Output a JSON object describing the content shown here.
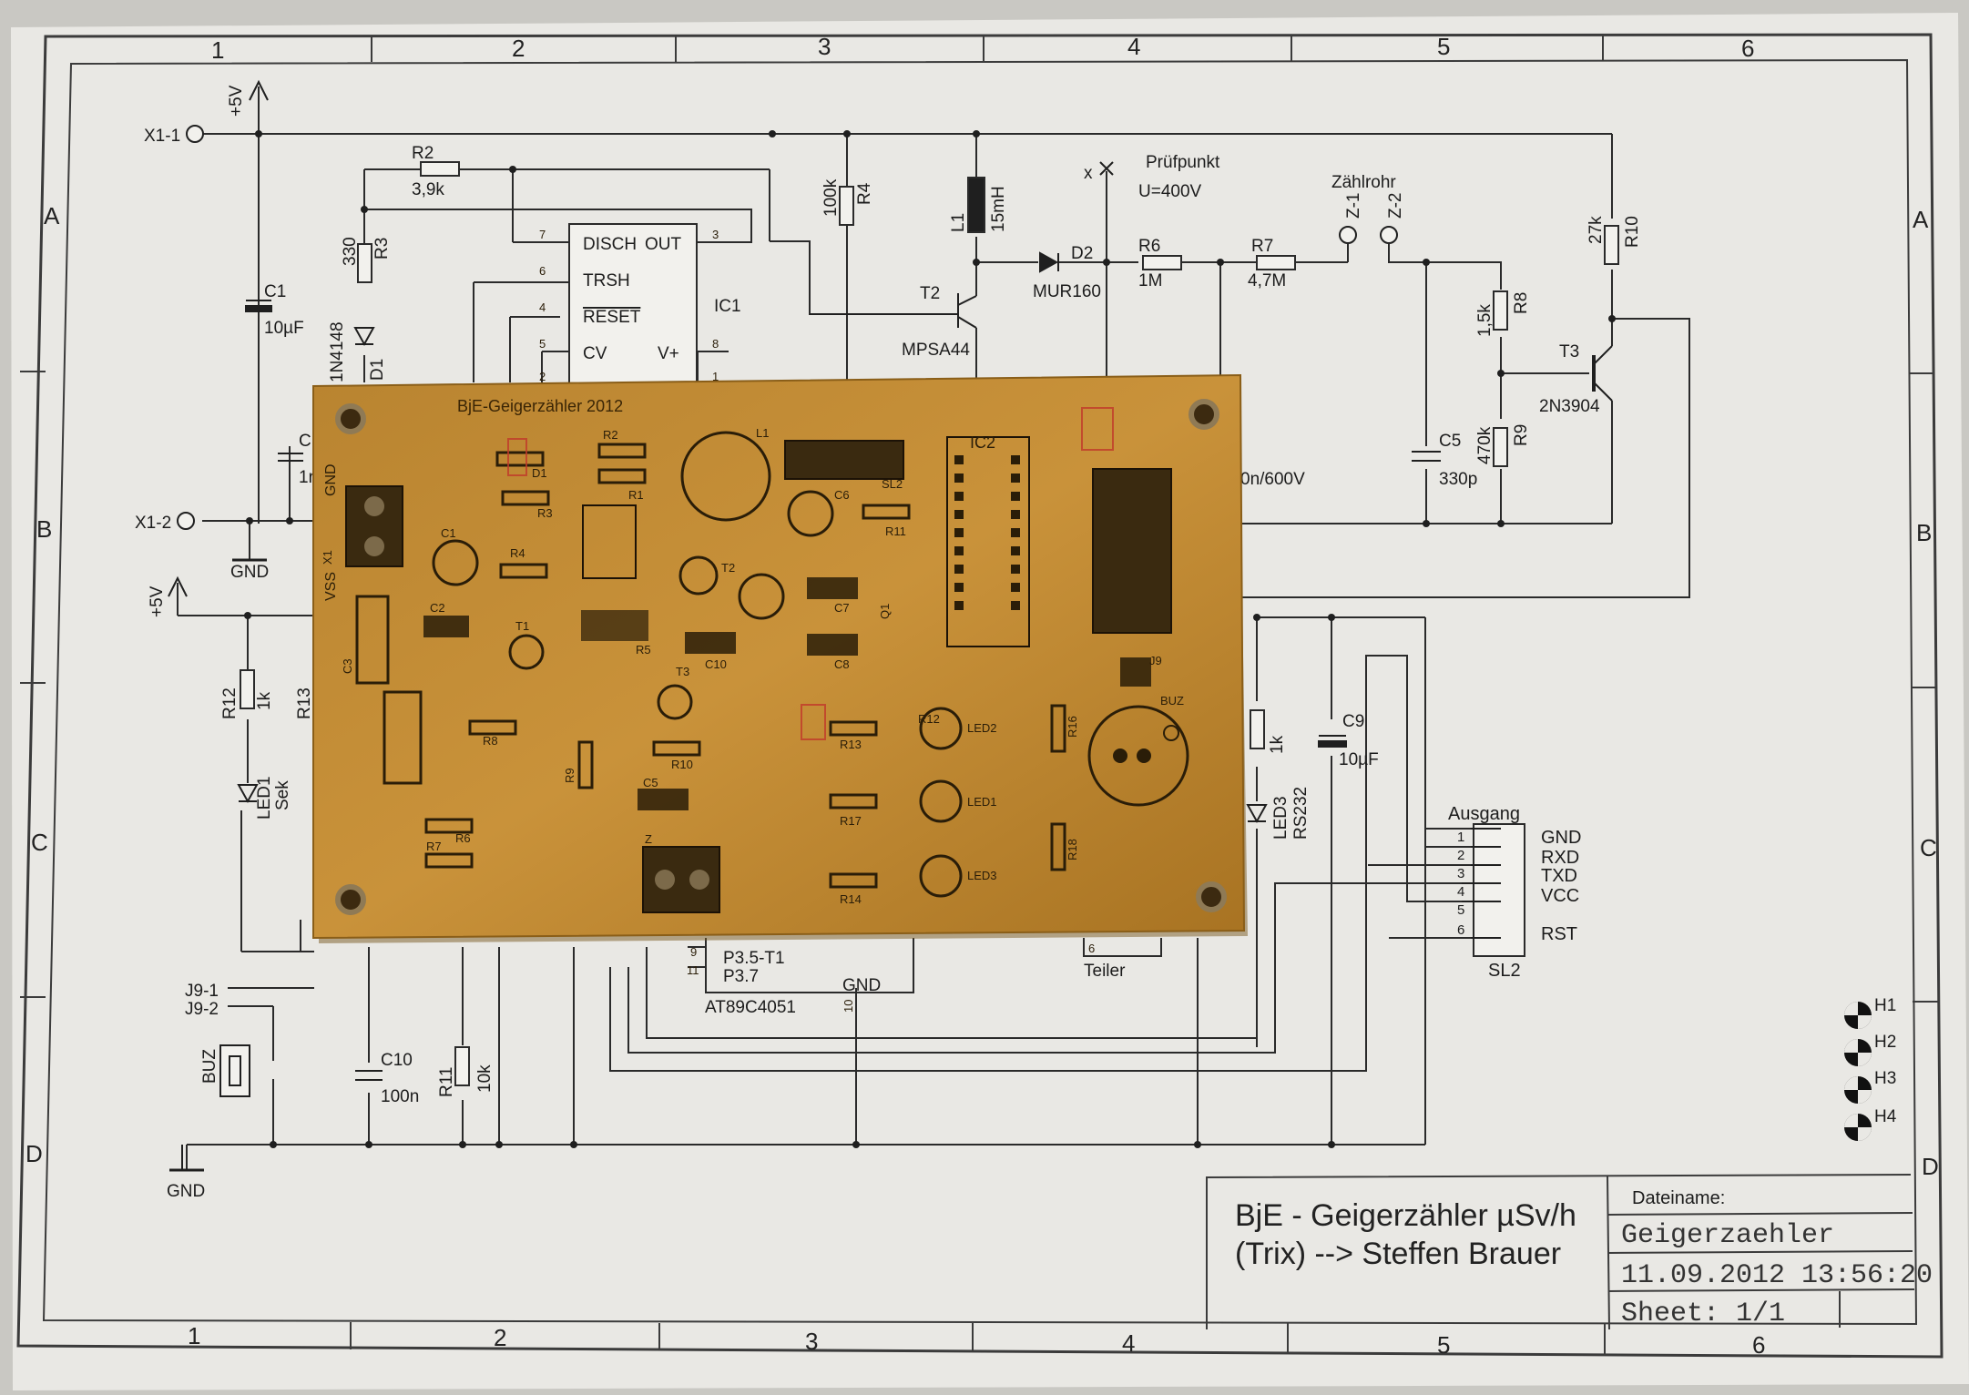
{
  "frame": {
    "columns_top": [
      "1",
      "2",
      "3",
      "4",
      "5",
      "6"
    ],
    "columns_bottom": [
      "1",
      "2",
      "3",
      "4",
      "5",
      "6"
    ],
    "rows_left": [
      "A",
      "B",
      "C",
      "D"
    ],
    "rows_right": [
      "A",
      "B",
      "C",
      "D"
    ]
  },
  "title_block": {
    "title_line1": "BjE - Geigerzähler µSv/h",
    "title_line2": "(Trix) --> Steffen Brauer",
    "filename_label": "Dateiname:",
    "filename": "Geigerzaehler",
    "datetime": "11.09.2012 13:56:20",
    "sheet": "Sheet: 1/1"
  },
  "connectors": {
    "x1_1": "X1-1",
    "x1_2": "X1-2",
    "plus5v_top": "+5V",
    "plus5v_mid": "+5V",
    "gnd_top": "GND",
    "gnd_bottom": "GND",
    "j9_1": "J9-1",
    "j9_2": "J9-2",
    "z1": "Z-1",
    "z2": "Z-2",
    "zaehlrohr": "Zählrohr",
    "pruefpunkt": "Prüfpunkt",
    "voltage": "U=400V",
    "x_mark": "x"
  },
  "components": {
    "r2": "R2",
    "r2_val": "3,9k",
    "r3": "R3",
    "r3_val": "330",
    "d1": "D1",
    "d1_val": "1N4148",
    "c1": "C1",
    "c1_val": "10µF",
    "ic1": "IC1",
    "ic1_pins": [
      "DISCH",
      "OUT",
      "TRSH",
      "RESET",
      "CV",
      "V+"
    ],
    "ic1_pin_numbers": [
      "7",
      "3",
      "6",
      "4",
      "5",
      "8",
      "2",
      "1"
    ],
    "r4": "R4",
    "r4_val": "100k",
    "l1": "L1",
    "l1_val": "15mH",
    "t2": "T2",
    "t2_val": "MPSA44",
    "d2": "D2",
    "d2_val": "MUR160",
    "r6": "R6",
    "r6_val": "1M",
    "r7": "R7",
    "r7_val": "4,7M",
    "r10": "R10",
    "r10_val": "27k",
    "r8": "R8",
    "r8_val": "1,5k",
    "t3": "T3",
    "t3_val": "2N3904",
    "c5": "C5",
    "c5_val": "330p",
    "r9": "R9",
    "r9_val": "470k",
    "c4_val": "0n/600V",
    "c_partial": "C",
    "c_partial_val": "1r",
    "r12": "R12",
    "r12_val": "1k",
    "r13": "R13",
    "led1": "LED1",
    "led1_note": "Sek",
    "led3": "LED3",
    "led3_note": "RS232",
    "r_led3_val": "1k",
    "c9": "C9",
    "c9_val": "10µF",
    "c10": "C10",
    "c10_val": "100n",
    "r11": "R11",
    "r11_val": "10k",
    "buz": "BUZ",
    "ic2_pins": [
      "P3.5-T1",
      "P3.7"
    ],
    "ic2_pin_numbers": [
      "9",
      "11",
      "10"
    ],
    "ic2_gnd": "GND",
    "ic2": "AT89C4051",
    "teiler": "Teiler",
    "teiler_pin": "6"
  },
  "output_header": {
    "title": "Ausgang",
    "name": "SL2",
    "pins": [
      "1",
      "2",
      "3",
      "4",
      "5",
      "6"
    ],
    "signals": [
      "GND",
      "RXD",
      "TXD",
      "VCC",
      "RST"
    ]
  },
  "holes": [
    "H1",
    "H2",
    "H3",
    "H4"
  ],
  "pcb": {
    "board_title": "BjE-Geigerzähler 2012",
    "gnd": "GND",
    "vss": "VSS",
    "silk": [
      "L1",
      "IC2",
      "SL2",
      "Q1",
      "R1",
      "R2",
      "R3",
      "R4",
      "R5",
      "R6",
      "R7",
      "R8",
      "R9",
      "R10",
      "R11",
      "R12",
      "R13",
      "R14",
      "R16",
      "R17",
      "R18",
      "C1",
      "C2",
      "C3",
      "C5",
      "C6",
      "C7",
      "C8",
      "C10",
      "D1",
      "T1",
      "T2",
      "T3",
      "LED1",
      "LED2",
      "LED3",
      "BUZ",
      "Z",
      "X1",
      "J9"
    ]
  },
  "colors": {
    "paper": "#e9e8e4",
    "background": "#c9c8c3",
    "ink": "#1c1c1c",
    "pcb": "#c9923a",
    "pcb_dark": "#6b4310",
    "red_silk": "#c0392b"
  }
}
